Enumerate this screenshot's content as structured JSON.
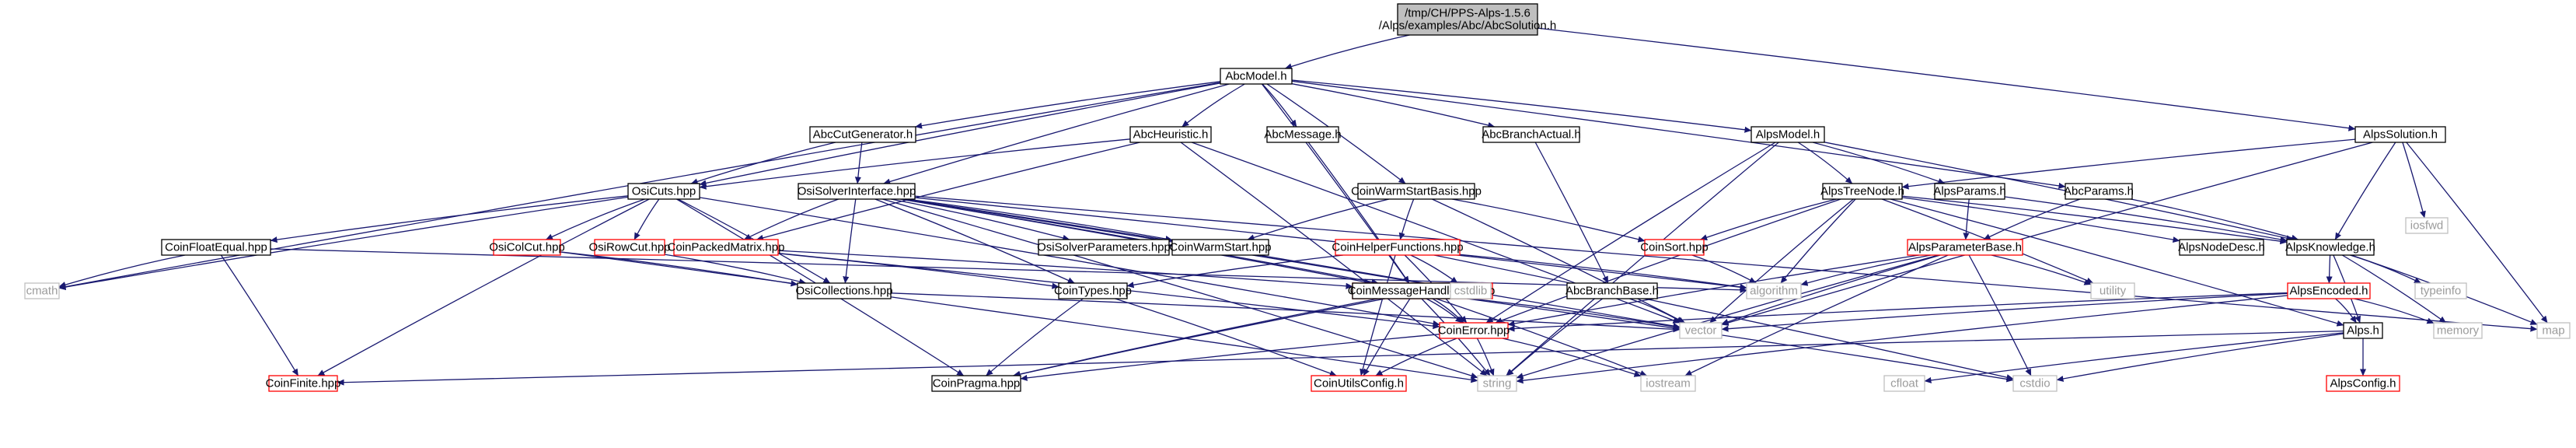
{
  "title": "",
  "colors": {
    "edge": "#191970",
    "border": "#000000",
    "border_red": "#ff0000",
    "border_grey": "#bfbfbf",
    "fill_root": "#bfbfbf",
    "fill": "#ffffff",
    "text": "#000000",
    "text_grey": "#9b9b9b"
  },
  "nodes": [
    {
      "id": "root",
      "lines": [
        "/tmp/CH/PPS-Alps-1.5.6",
        "/Alps/examples/Abc/AbcSolution.h"
      ],
      "style": "root"
    },
    {
      "id": "AbcModel",
      "lines": [
        "AbcModel.h"
      ],
      "style": "normal"
    },
    {
      "id": "AlpsSolution",
      "lines": [
        "AlpsSolution.h"
      ],
      "style": "normal"
    },
    {
      "id": "AbcCutGenerator",
      "lines": [
        "AbcCutGenerator.h"
      ],
      "style": "normal"
    },
    {
      "id": "AbcHeuristic",
      "lines": [
        "AbcHeuristic.h"
      ],
      "style": "normal"
    },
    {
      "id": "AbcMessage",
      "lines": [
        "AbcMessage.h"
      ],
      "style": "normal"
    },
    {
      "id": "AbcBranchActual",
      "lines": [
        "AbcBranchActual.h"
      ],
      "style": "normal"
    },
    {
      "id": "AlpsModel",
      "lines": [
        "AlpsModel.h"
      ],
      "style": "normal"
    },
    {
      "id": "OsiCuts",
      "lines": [
        "OsiCuts.hpp"
      ],
      "style": "normal"
    },
    {
      "id": "OsiSolverInterface",
      "lines": [
        "OsiSolverInterface.hpp"
      ],
      "style": "normal"
    },
    {
      "id": "CoinWarmStartBasis",
      "lines": [
        "CoinWarmStartBasis.hpp"
      ],
      "style": "normal"
    },
    {
      "id": "AlpsTreeNode",
      "lines": [
        "AlpsTreeNode.h"
      ],
      "style": "normal"
    },
    {
      "id": "AlpsParams",
      "lines": [
        "AlpsParams.h"
      ],
      "style": "normal"
    },
    {
      "id": "AbcParams",
      "lines": [
        "AbcParams.h"
      ],
      "style": "normal"
    },
    {
      "id": "iosfwd",
      "lines": [
        "iosfwd"
      ],
      "style": "grey"
    },
    {
      "id": "CoinFloatEqual",
      "lines": [
        "CoinFloatEqual.hpp"
      ],
      "style": "normal"
    },
    {
      "id": "OsiColCut",
      "lines": [
        "OsiColCut.hpp"
      ],
      "style": "red"
    },
    {
      "id": "OsiRowCut",
      "lines": [
        "OsiRowCut.hpp"
      ],
      "style": "red"
    },
    {
      "id": "CoinPackedMatrix",
      "lines": [
        "CoinPackedMatrix.hpp"
      ],
      "style": "red"
    },
    {
      "id": "OsiSolverParameters",
      "lines": [
        "OsiSolverParameters.hpp"
      ],
      "style": "normal"
    },
    {
      "id": "CoinWarmStart",
      "lines": [
        "CoinWarmStart.hpp"
      ],
      "style": "normal"
    },
    {
      "id": "CoinHelperFunctions",
      "lines": [
        "CoinHelperFunctions.hpp"
      ],
      "style": "red"
    },
    {
      "id": "CoinSort",
      "lines": [
        "CoinSort.hpp"
      ],
      "style": "red"
    },
    {
      "id": "AlpsParameterBase",
      "lines": [
        "AlpsParameterBase.h"
      ],
      "style": "red"
    },
    {
      "id": "AlpsNodeDesc",
      "lines": [
        "AlpsNodeDesc.h"
      ],
      "style": "normal"
    },
    {
      "id": "AlpsKnowledge",
      "lines": [
        "AlpsKnowledge.h"
      ],
      "style": "normal"
    },
    {
      "id": "cmath",
      "lines": [
        "cmath"
      ],
      "style": "grey"
    },
    {
      "id": "OsiCollections",
      "lines": [
        "OsiCollections.hpp"
      ],
      "style": "normal"
    },
    {
      "id": "CoinPackedVectorBase",
      "lines": [
        "CoinPackedVectorBase.hpp"
      ],
      "style": "red"
    },
    {
      "id": "CoinTypes",
      "lines": [
        "CoinTypes.hpp"
      ],
      "style": "normal"
    },
    {
      "id": "CoinMessageHandler",
      "lines": [
        "CoinMessageHandler.hpp"
      ],
      "style": "normal"
    },
    {
      "id": "cstdlib",
      "lines": [
        "cstdlib"
      ],
      "style": "grey"
    },
    {
      "id": "AbcBranchBase",
      "lines": [
        "AbcBranchBase.h"
      ],
      "style": "normal"
    },
    {
      "id": "algorithm",
      "lines": [
        "algorithm"
      ],
      "style": "grey"
    },
    {
      "id": "utility",
      "lines": [
        "utility"
      ],
      "style": "grey"
    },
    {
      "id": "typeinfo",
      "lines": [
        "typeinfo"
      ],
      "style": "grey"
    },
    {
      "id": "AlpsEncoded",
      "lines": [
        "AlpsEncoded.h"
      ],
      "style": "red"
    },
    {
      "id": "CoinError",
      "lines": [
        "CoinError.hpp"
      ],
      "style": "red"
    },
    {
      "id": "vector",
      "lines": [
        "vector"
      ],
      "style": "grey"
    },
    {
      "id": "Alps",
      "lines": [
        "Alps.h"
      ],
      "style": "normal"
    },
    {
      "id": "memory",
      "lines": [
        "memory"
      ],
      "style": "grey"
    },
    {
      "id": "map",
      "lines": [
        "map"
      ],
      "style": "grey"
    },
    {
      "id": "CoinFinite",
      "lines": [
        "CoinFinite.hpp"
      ],
      "style": "red"
    },
    {
      "id": "CoinPragma",
      "lines": [
        "CoinPragma.hpp"
      ],
      "style": "normal"
    },
    {
      "id": "CoinUtilsConfig",
      "lines": [
        "CoinUtilsConfig.h"
      ],
      "style": "red"
    },
    {
      "id": "string",
      "lines": [
        "string"
      ],
      "style": "grey"
    },
    {
      "id": "iostream",
      "lines": [
        "iostream"
      ],
      "style": "grey"
    },
    {
      "id": "cfloat",
      "lines": [
        "cfloat"
      ],
      "style": "grey"
    },
    {
      "id": "cstdio",
      "lines": [
        "cstdio"
      ],
      "style": "grey"
    },
    {
      "id": "AlpsConfig",
      "lines": [
        "AlpsConfig.h"
      ],
      "style": "red"
    }
  ],
  "edges": [
    [
      "root",
      "AbcModel"
    ],
    [
      "root",
      "AlpsSolution"
    ],
    [
      "AbcModel",
      "AbcCutGenerator"
    ],
    [
      "AbcModel",
      "AbcHeuristic"
    ],
    [
      "AbcModel",
      "AbcMessage"
    ],
    [
      "AbcModel",
      "AbcBranchActual"
    ],
    [
      "AbcModel",
      "AlpsModel"
    ],
    [
      "AbcModel",
      "OsiCuts"
    ],
    [
      "AbcModel",
      "OsiSolverInterface"
    ],
    [
      "AbcModel",
      "CoinWarmStartBasis"
    ],
    [
      "AbcModel",
      "AbcParams"
    ],
    [
      "AbcModel",
      "CoinMessageHandler"
    ],
    [
      "AbcModel",
      "cmath"
    ],
    [
      "AlpsSolution",
      "AlpsTreeNode"
    ],
    [
      "AlpsSolution",
      "iosfwd"
    ],
    [
      "AlpsSolution",
      "AlpsKnowledge"
    ],
    [
      "AlpsSolution",
      "map"
    ],
    [
      "AlpsSolution",
      "vector"
    ],
    [
      "AbcCutGenerator",
      "OsiCuts"
    ],
    [
      "AbcCutGenerator",
      "OsiSolverInterface"
    ],
    [
      "AbcHeuristic",
      "OsiCuts"
    ],
    [
      "AbcHeuristic",
      "string"
    ],
    [
      "AbcHeuristic",
      "vector"
    ],
    [
      "AbcHeuristic",
      "CoinPackedMatrix"
    ],
    [
      "AbcMessage",
      "CoinMessageHandler"
    ],
    [
      "AbcBranchActual",
      "AbcBranchBase"
    ],
    [
      "AlpsModel",
      "AlpsTreeNode"
    ],
    [
      "AlpsModel",
      "AlpsParams"
    ],
    [
      "AlpsModel",
      "AlpsKnowledge"
    ],
    [
      "AlpsModel",
      "string"
    ],
    [
      "AlpsModel",
      "CoinError"
    ],
    [
      "OsiCuts",
      "CoinFloatEqual"
    ],
    [
      "OsiCuts",
      "OsiColCut"
    ],
    [
      "OsiCuts",
      "OsiRowCut"
    ],
    [
      "OsiCuts",
      "OsiCollections"
    ],
    [
      "OsiCuts",
      "cmath"
    ],
    [
      "OsiCuts",
      "CoinFinite"
    ],
    [
      "OsiCuts",
      "CoinPragma"
    ],
    [
      "OsiCuts",
      "CoinError"
    ],
    [
      "OsiSolverInterface",
      "CoinPackedMatrix"
    ],
    [
      "OsiSolverInterface",
      "OsiSolverParameters"
    ],
    [
      "OsiSolverInterface",
      "CoinWarmStart"
    ],
    [
      "OsiSolverInterface",
      "OsiCollections"
    ],
    [
      "OsiSolverInterface",
      "CoinPackedVectorBase"
    ],
    [
      "OsiSolverInterface",
      "CoinTypes"
    ],
    [
      "OsiSolverInterface",
      "CoinMessageHandler"
    ],
    [
      "OsiSolverInterface",
      "cstdlib"
    ],
    [
      "OsiSolverInterface",
      "algorithm"
    ],
    [
      "OsiSolverInterface",
      "string"
    ],
    [
      "OsiSolverInterface",
      "vector"
    ],
    [
      "OsiSolverInterface",
      "map"
    ],
    [
      "CoinWarmStartBasis",
      "CoinWarmStart"
    ],
    [
      "CoinWarmStartBasis",
      "CoinSort"
    ],
    [
      "CoinWarmStartBasis",
      "CoinHelperFunctions"
    ],
    [
      "CoinWarmStartBasis",
      "vector"
    ],
    [
      "AlpsTreeNode",
      "AlpsNodeDesc"
    ],
    [
      "AlpsTreeNode",
      "AlpsKnowledge"
    ],
    [
      "AlpsTreeNode",
      "CoinSort"
    ],
    [
      "AlpsTreeNode",
      "algorithm"
    ],
    [
      "AlpsTreeNode",
      "utility"
    ],
    [
      "AlpsTreeNode",
      "vector"
    ],
    [
      "AlpsTreeNode",
      "CoinError"
    ],
    [
      "AlpsTreeNode",
      "Alps"
    ],
    [
      "AlpsParams",
      "AlpsParameterBase"
    ],
    [
      "AlpsParams",
      "AlpsKnowledge"
    ],
    [
      "AbcParams",
      "AlpsParameterBase"
    ],
    [
      "AbcParams",
      "AlpsKnowledge"
    ],
    [
      "CoinFloatEqual",
      "cmath"
    ],
    [
      "CoinFloatEqual",
      "CoinFinite"
    ],
    [
      "CoinFloatEqual",
      "algorithm"
    ],
    [
      "OsiColCut",
      "OsiCollections"
    ],
    [
      "OsiColCut",
      "string"
    ],
    [
      "OsiRowCut",
      "OsiCollections"
    ],
    [
      "CoinPackedMatrix",
      "CoinPackedVectorBase"
    ],
    [
      "CoinPackedMatrix",
      "CoinTypes"
    ],
    [
      "CoinPackedMatrix",
      "CoinError"
    ],
    [
      "CoinHelperFunctions",
      "cstdlib"
    ],
    [
      "CoinHelperFunctions",
      "CoinTypes"
    ],
    [
      "CoinHelperFunctions",
      "CoinError"
    ],
    [
      "CoinHelperFunctions",
      "CoinUtilsConfig"
    ],
    [
      "CoinHelperFunctions",
      "cstdio"
    ],
    [
      "CoinHelperFunctions",
      "algorithm"
    ],
    [
      "CoinSort",
      "algorithm"
    ],
    [
      "AlpsParameterBase",
      "algorithm"
    ],
    [
      "AlpsParameterBase",
      "utility"
    ],
    [
      "AlpsParameterBase",
      "vector"
    ],
    [
      "AlpsParameterBase",
      "string"
    ],
    [
      "AlpsParameterBase",
      "iostream"
    ],
    [
      "AlpsParameterBase",
      "cstdio"
    ],
    [
      "AlpsParameterBase",
      "CoinError"
    ],
    [
      "AlpsKnowledge",
      "AlpsEncoded"
    ],
    [
      "AlpsKnowledge",
      "typeinfo"
    ],
    [
      "AlpsKnowledge",
      "map"
    ],
    [
      "AlpsKnowledge",
      "memory"
    ],
    [
      "AlpsKnowledge",
      "Alps"
    ],
    [
      "OsiCollections",
      "vector"
    ],
    [
      "CoinPackedVectorBase",
      "CoinError"
    ],
    [
      "CoinPackedVectorBase",
      "CoinPragma"
    ],
    [
      "CoinTypes",
      "CoinPragma"
    ],
    [
      "CoinTypes",
      "CoinUtilsConfig"
    ],
    [
      "CoinMessageHandler",
      "CoinError"
    ],
    [
      "CoinMessageHandler",
      "CoinPragma"
    ],
    [
      "CoinMessageHandler",
      "CoinUtilsConfig"
    ],
    [
      "CoinMessageHandler",
      "iostream"
    ],
    [
      "CoinMessageHandler",
      "cstdio"
    ],
    [
      "CoinMessageHandler",
      "string"
    ],
    [
      "CoinMessageHandler",
      "vector"
    ],
    [
      "AbcBranchBase",
      "string"
    ],
    [
      "AbcBranchBase",
      "vector"
    ],
    [
      "AlpsEncoded",
      "Alps"
    ],
    [
      "AlpsEncoded",
      "CoinError"
    ],
    [
      "AlpsEncoded",
      "string"
    ],
    [
      "AlpsEncoded",
      "vector"
    ],
    [
      "AlpsEncoded",
      "memory"
    ],
    [
      "CoinError",
      "string"
    ],
    [
      "CoinError",
      "iostream"
    ],
    [
      "CoinError",
      "CoinUtilsConfig"
    ],
    [
      "CoinError",
      "CoinPragma"
    ],
    [
      "Alps",
      "AlpsConfig"
    ],
    [
      "Alps",
      "cstdio"
    ],
    [
      "Alps",
      "cfloat"
    ],
    [
      "Alps",
      "CoinFinite"
    ]
  ]
}
